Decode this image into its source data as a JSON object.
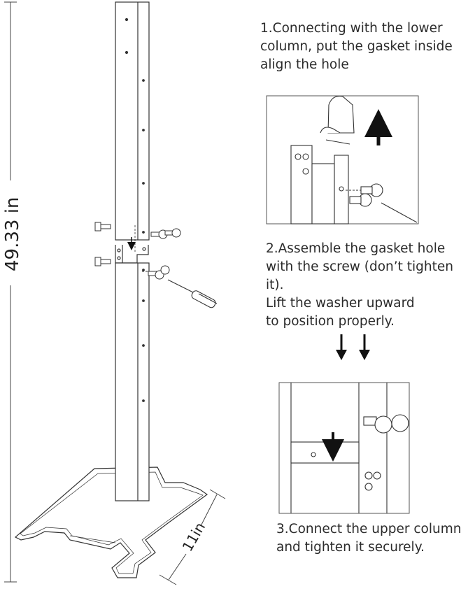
{
  "steps": [
    {
      "caption": "1.Connecting with the lower\ncolumn, put the gasket inside\nalign the hole"
    },
    {
      "caption": "2.Assemble the gasket hole\nwith the screw (don’t tighten it).\nLift the washer upward\nto position properly."
    },
    {
      "caption": "3.Connect the upper column\nand tighten it securely."
    }
  ],
  "dimensions": {
    "height_label": "49.33 in",
    "depth_label": "11in"
  }
}
